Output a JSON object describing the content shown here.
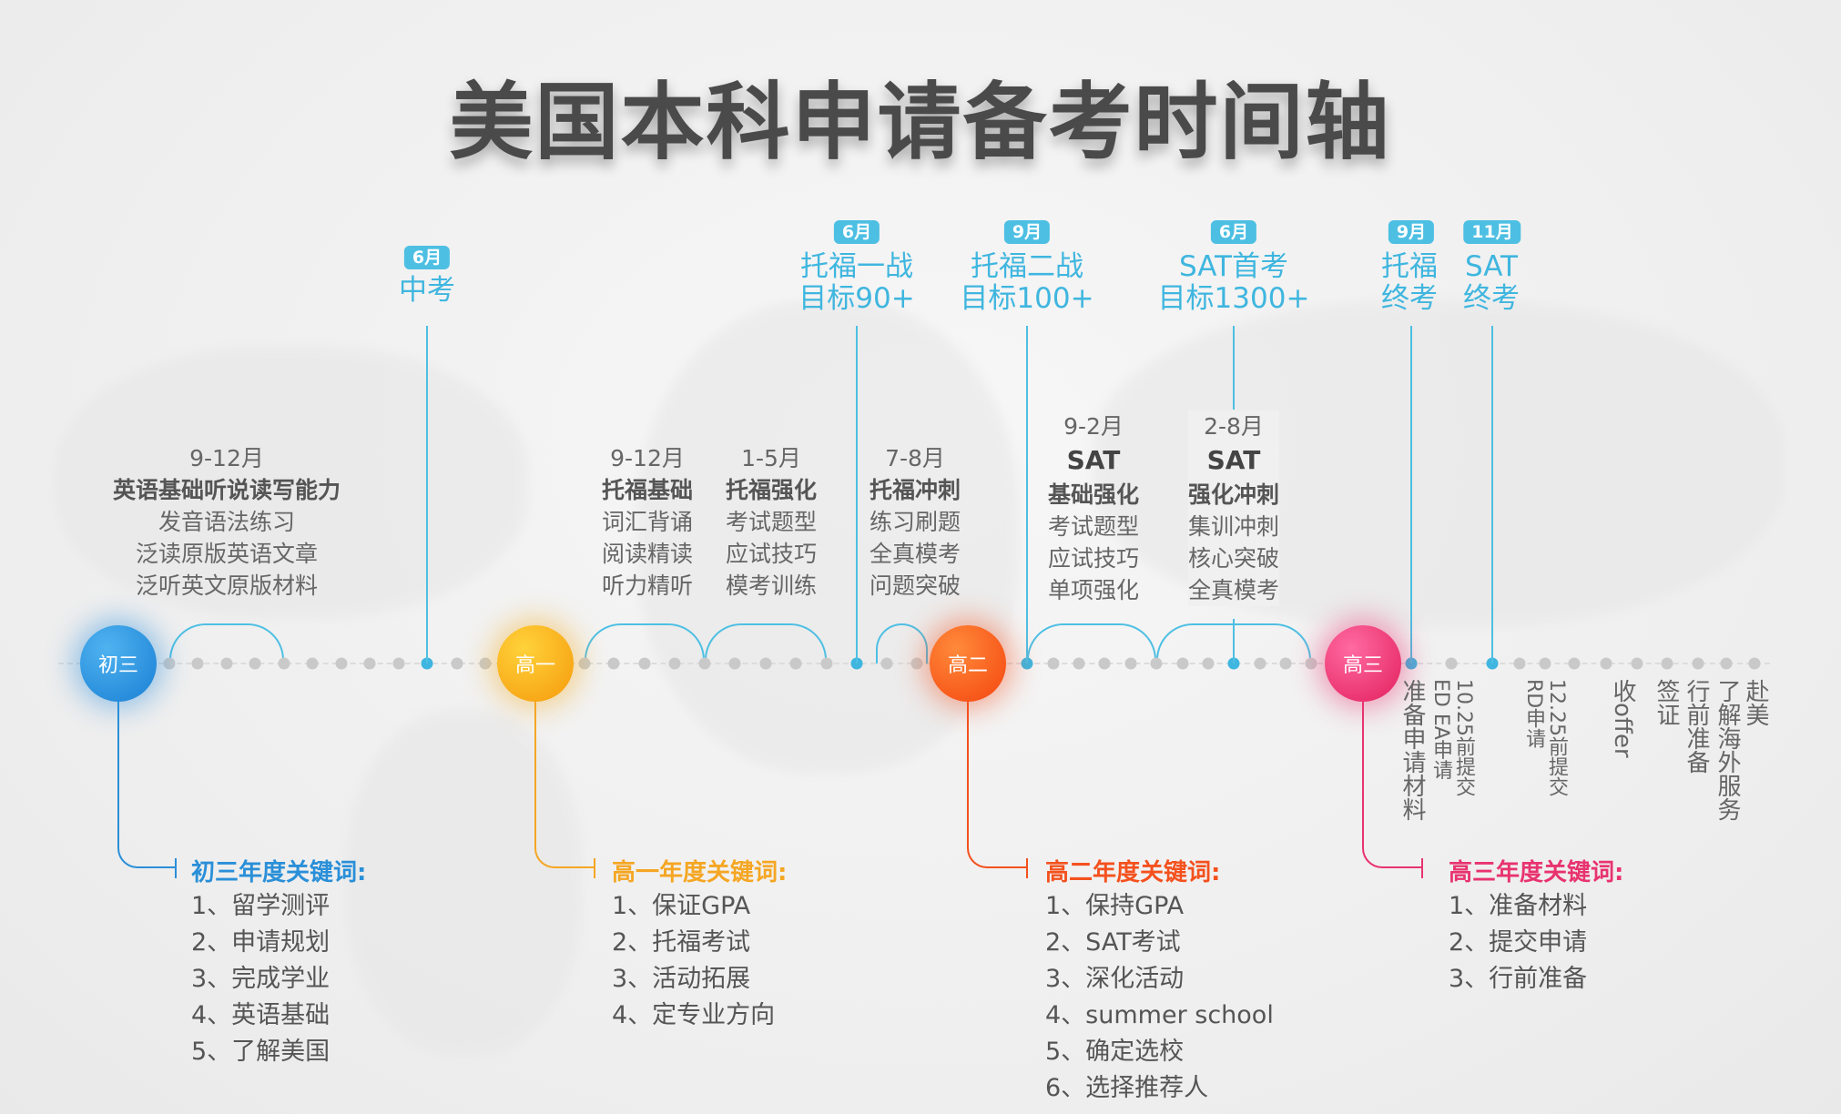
{
  "title": "美国本科申请备考时间轴",
  "colors": {
    "accent": "#4dbfe3",
    "grade9": "#2a8fd8",
    "grade10": "#f5a623",
    "grade11": "#f4511e",
    "grade12": "#e8336f"
  },
  "stages": [
    {
      "label": "初三",
      "keyword_title": "初三年度关键词:",
      "keywords": [
        "1、留学测评",
        "2、申请规划",
        "3、完成学业",
        "4、英语基础",
        "5、了解美国"
      ]
    },
    {
      "label": "高一",
      "keyword_title": "高一年度关键词:",
      "keywords": [
        "1、保证GPA",
        "2、托福考试",
        "3、活动拓展",
        "4、定专业方向"
      ]
    },
    {
      "label": "高二",
      "keyword_title": "高二年度关键词:",
      "keywords": [
        "1、保持GPA",
        "2、SAT考试",
        "3、深化活动",
        "4、summer school",
        "5、确定选校",
        "6、选择推荐人"
      ]
    },
    {
      "label": "高三",
      "keyword_title": "高三年度关键词:",
      "keywords": [
        "1、准备材料",
        "2、提交申请",
        "3、行前准备"
      ]
    }
  ],
  "milestones": [
    {
      "month": "6月",
      "line1": "中考",
      "line2": ""
    },
    {
      "month": "6月",
      "line1": "托福一战",
      "line2": "目标90+"
    },
    {
      "month": "9月",
      "line1": "托福二战",
      "line2": "目标100+"
    },
    {
      "month": "6月",
      "line1": "SAT首考",
      "line2": "目标1300+"
    },
    {
      "month": "9月",
      "line1": "托福",
      "line2": "终考"
    },
    {
      "month": "11月",
      "line1": "SAT",
      "line2": "终考"
    }
  ],
  "periods": [
    {
      "period": "9-12月",
      "head": "英语基础听说读写能力",
      "items": [
        "发音语法练习",
        "泛读原版英语文章",
        "泛听英文原版材料"
      ]
    },
    {
      "period": "9-12月",
      "head": "托福基础",
      "items": [
        "词汇背诵",
        "阅读精读",
        "听力精听"
      ]
    },
    {
      "period": "1-5月",
      "head": "托福强化",
      "items": [
        "考试题型",
        "应试技巧",
        "模考训练"
      ]
    },
    {
      "period": "7-8月",
      "head": "托福冲刺",
      "items": [
        "练习刷题",
        "全真模考",
        "问题突破"
      ]
    },
    {
      "period": "9-2月",
      "sub": "SAT",
      "head": "基础强化",
      "items": [
        "考试题型",
        "应试技巧",
        "单项强化"
      ]
    },
    {
      "period": "2-8月",
      "sub": "SAT",
      "head": "强化冲刺",
      "items": [
        "集训冲刺",
        "核心突破",
        "全真模考"
      ]
    }
  ],
  "senior_steps": [
    "准备申请材料",
    "10.25前提交\nED EA申请",
    "12.25前提交\nRD申请",
    "收offer",
    "签证",
    "行前准备",
    "了解海外服务",
    "赴美"
  ]
}
